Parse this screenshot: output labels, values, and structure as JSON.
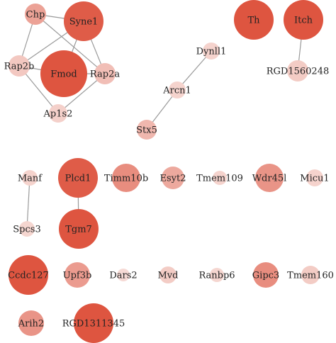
{
  "nodes": [
    {
      "id": "chp",
      "label": "Chp",
      "level": 0.45
    },
    {
      "id": "syne1",
      "label": "Syne1",
      "level": 0.95
    },
    {
      "id": "rap2b",
      "label": "Rap2b",
      "level": 0.18
    },
    {
      "id": "fmod",
      "label": "Fmod",
      "level": 1.0
    },
    {
      "id": "rap2a",
      "label": "Rap2a",
      "level": 0.25
    },
    {
      "id": "ap1s2",
      "label": "Ap1s2",
      "level": 0.12
    },
    {
      "id": "th",
      "label": "Th",
      "level": 1.0
    },
    {
      "id": "itch",
      "label": "Itch",
      "level": 1.0
    },
    {
      "id": "dynll1",
      "label": "Dynll1",
      "level": 0.1
    },
    {
      "id": "rgd1560248",
      "label": "RGD1560248",
      "level": 0.15
    },
    {
      "id": "arcn1",
      "label": "Arcn1",
      "level": 0.1
    },
    {
      "id": "stx5",
      "label": "Stx5",
      "level": 0.3
    },
    {
      "id": "manf",
      "label": "Manf",
      "level": 0.1
    },
    {
      "id": "plcd1",
      "label": "Plcd1",
      "level": 0.95
    },
    {
      "id": "timm10b",
      "label": "Timm10b",
      "level": 0.6
    },
    {
      "id": "esyt2",
      "label": "Esyt2",
      "level": 0.4
    },
    {
      "id": "tmem109",
      "label": "Tmem109",
      "level": 0.1
    },
    {
      "id": "wdr45l",
      "label": "Wdr45l",
      "level": 0.55
    },
    {
      "id": "micu1",
      "label": "Micu1",
      "level": 0.1
    },
    {
      "id": "spcs3",
      "label": "Spcs3",
      "level": 0.08
    },
    {
      "id": "tgm7",
      "label": "Tgm7",
      "level": 1.0
    },
    {
      "id": "ccdc127",
      "label": "Ccdc127",
      "level": 1.0
    },
    {
      "id": "upf3b",
      "label": "Upf3b",
      "level": 0.5
    },
    {
      "id": "dars2",
      "label": "Dars2",
      "level": 0.05
    },
    {
      "id": "mvd",
      "label": "Mvd",
      "level": 0.15
    },
    {
      "id": "ranbp6",
      "label": "Ranbp6",
      "level": 0.08
    },
    {
      "id": "gipc3",
      "label": "Gipc3",
      "level": 0.6
    },
    {
      "id": "tmem160",
      "label": "Tmem160",
      "level": 0.15
    },
    {
      "id": "arih2",
      "label": "Arih2",
      "level": 0.55
    },
    {
      "id": "rgd1311345",
      "label": "RGD1311345",
      "level": 1.0
    }
  ],
  "edges": [
    [
      "chp",
      "syne1"
    ],
    [
      "chp",
      "rap2b"
    ],
    [
      "chp",
      "rap2a"
    ],
    [
      "syne1",
      "rap2b"
    ],
    [
      "syne1",
      "fmod"
    ],
    [
      "syne1",
      "rap2a"
    ],
    [
      "rap2b",
      "fmod"
    ],
    [
      "rap2b",
      "ap1s2"
    ],
    [
      "fmod",
      "rap2a"
    ],
    [
      "rap2a",
      "ap1s2"
    ],
    [
      "dynll1",
      "arcn1"
    ],
    [
      "arcn1",
      "stx5"
    ],
    [
      "itch",
      "rgd1560248"
    ],
    [
      "manf",
      "spcs3"
    ],
    [
      "plcd1",
      "tgm7"
    ]
  ],
  "colors": {
    "low": "#f7e1dd",
    "high": "#de5540"
  }
}
